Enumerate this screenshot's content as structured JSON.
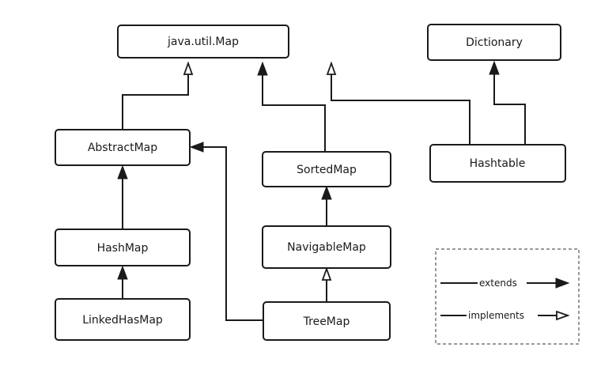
{
  "nodes": {
    "map": "java.util.Map",
    "dictionary": "Dictionary",
    "abstract_map": "AbstractMap",
    "sorted_map": "SortedMap",
    "hashtable": "Hashtable",
    "hash_map": "HashMap",
    "navigable_map": "NavigableMap",
    "linked_hash_map": "LinkedHasMap",
    "tree_map": "TreeMap"
  },
  "legend": {
    "extends": "extends",
    "implements": "implements"
  }
}
